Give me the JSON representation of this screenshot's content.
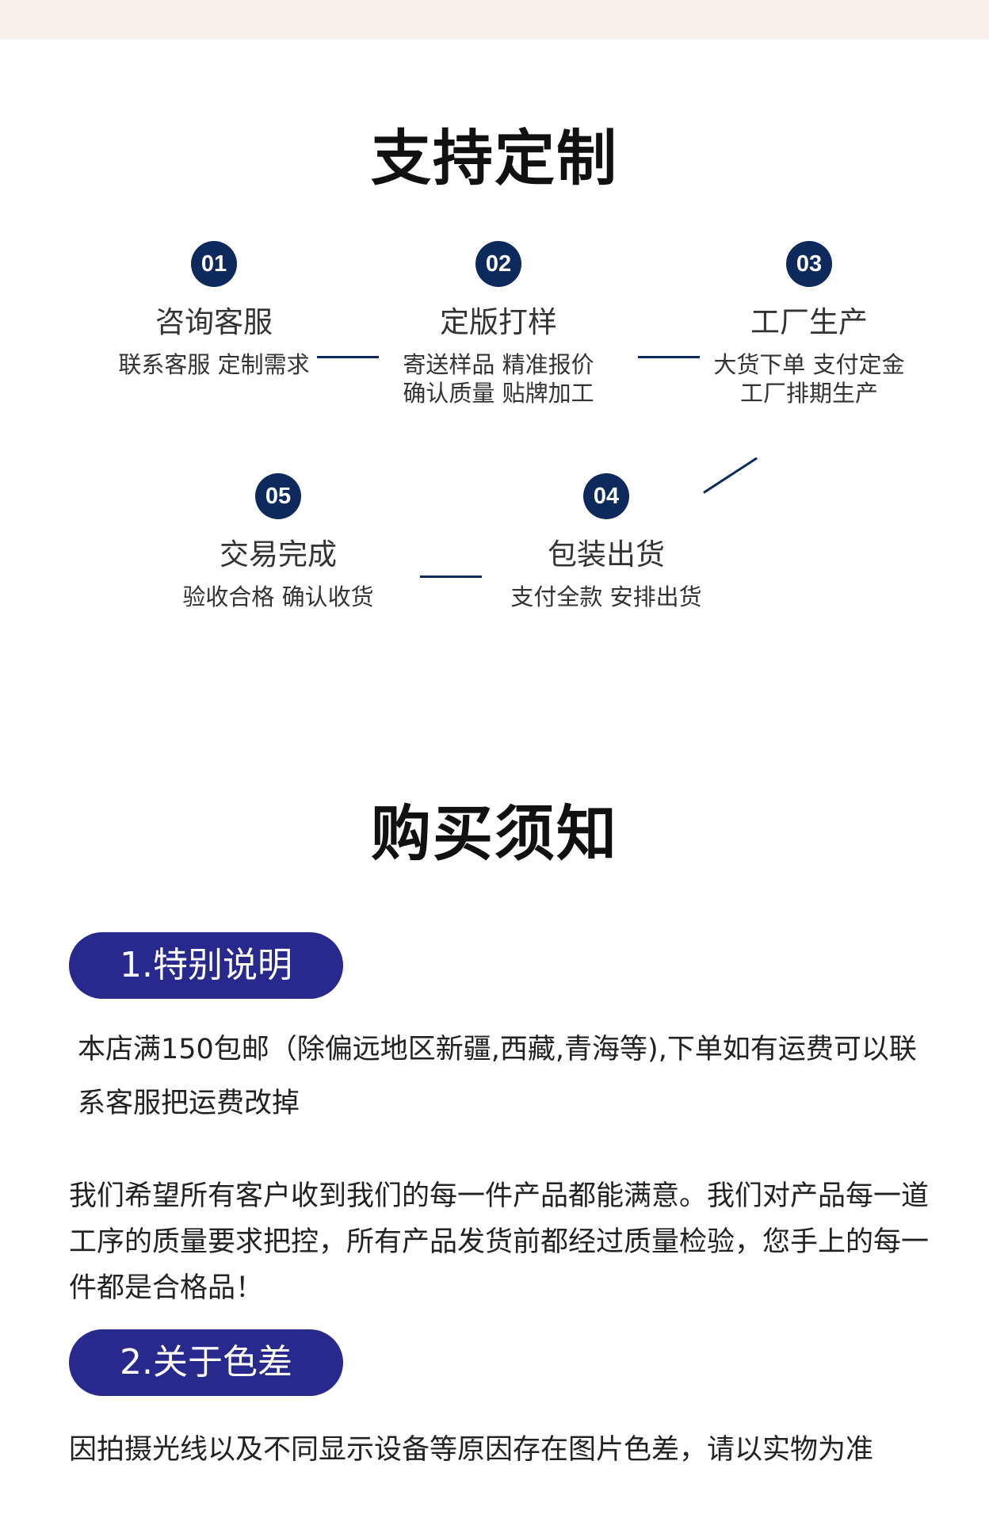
{
  "customize": {
    "title": "支持定制",
    "steps": [
      {
        "num": "01",
        "name": "咨询客服",
        "desc": [
          "联系客服 定制需求"
        ]
      },
      {
        "num": "02",
        "name": "定版打样",
        "desc": [
          "寄送样品 精准报价",
          "确认质量 贴牌加工"
        ]
      },
      {
        "num": "03",
        "name": "工厂生产",
        "desc": [
          "大货下单 支付定金",
          "工厂排期生产"
        ]
      },
      {
        "num": "04",
        "name": "包装出货",
        "desc": [
          "支付全款 安排出货"
        ]
      },
      {
        "num": "05",
        "name": "交易完成",
        "desc": [
          "验收合格 确认收货"
        ]
      }
    ]
  },
  "notice": {
    "title": "购买须知",
    "sections": [
      {
        "label": "1.特别说明",
        "paragraphs": [
          "本店满150包邮（除偏远地区新疆,西藏,青海等),下单如有运费可以联系客服把运费改掉",
          "我们希望所有客户收到我们的每一件产品都能满意。我们对产品每一道工序的质量要求把控，所有产品发货前都经过质量检验，您手上的每一件都是合格品！"
        ]
      },
      {
        "label": "2.关于色差",
        "paragraphs": [
          "因拍摄光线以及不同显示设备等原因存在图片色差，请以实物为准"
        ]
      }
    ]
  },
  "colors": {
    "step_circle": "#0e2a5c",
    "pill": "#27298c",
    "band": "#f6f1ec"
  }
}
